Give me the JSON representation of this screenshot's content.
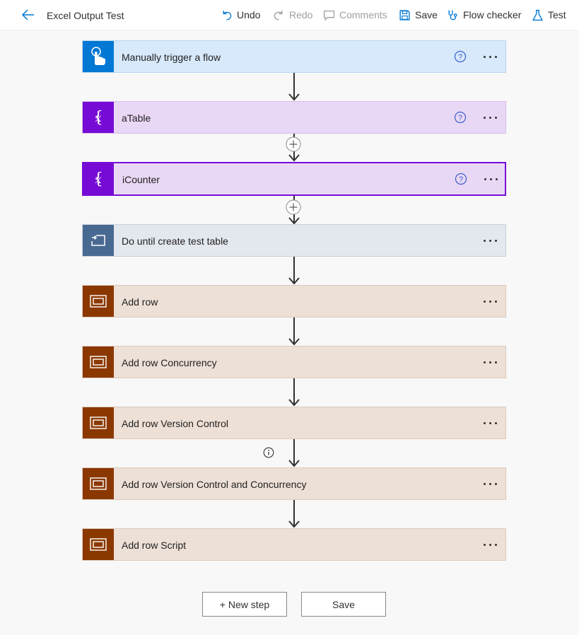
{
  "header": {
    "title": "Excel Output Test",
    "undo": "Undo",
    "redo": "Redo",
    "comments": "Comments",
    "save": "Save",
    "flow_checker": "Flow checker",
    "test": "Test"
  },
  "steps": [
    {
      "label": "Manually trigger a flow",
      "kind": "trigger",
      "icon": "touch-hand-icon"
    },
    {
      "label": "aTable",
      "kind": "variable",
      "icon": "variable-icon"
    },
    {
      "label": "iCounter",
      "kind": "variable",
      "icon": "variable-icon",
      "selected": true
    },
    {
      "label": "Do until create test table",
      "kind": "loop",
      "icon": "do-until-icon"
    },
    {
      "label": "Add row",
      "kind": "excel",
      "icon": "excel-table-icon"
    },
    {
      "label": "Add row Concurrency",
      "kind": "excel",
      "icon": "excel-table-icon"
    },
    {
      "label": "Add row Version Control",
      "kind": "excel",
      "icon": "excel-table-icon"
    },
    {
      "label": "Add row Version Control and Concurrency",
      "kind": "excel",
      "icon": "excel-table-icon"
    },
    {
      "label": "Add row Script",
      "kind": "excel",
      "icon": "excel-table-icon"
    }
  ],
  "footer": {
    "new_step": "+ New step",
    "save": "Save"
  },
  "colors": {
    "trigger": "#0078d4",
    "variable": "#770bd6",
    "loop": "#486991",
    "excel": "#8b3800"
  }
}
